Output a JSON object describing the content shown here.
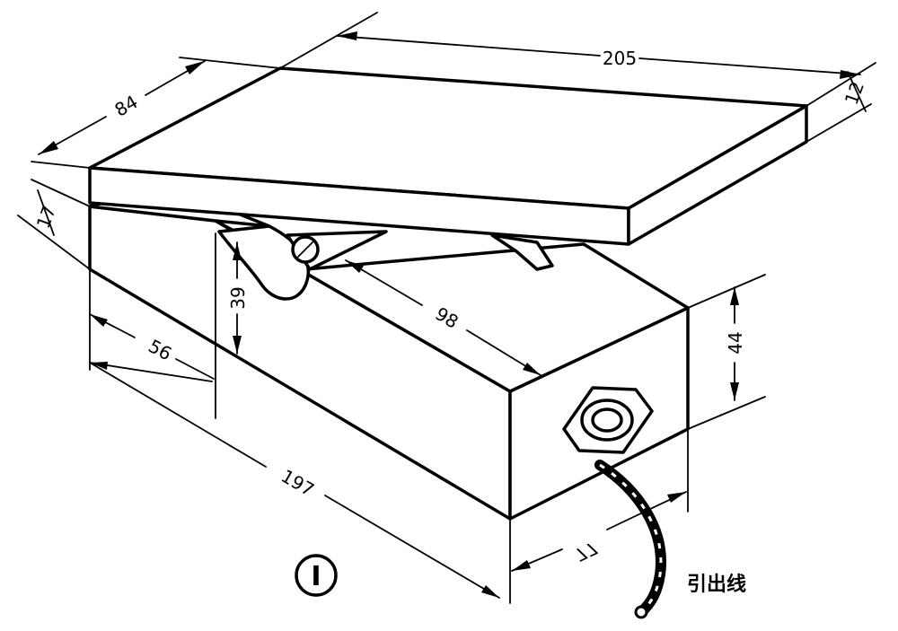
{
  "dimensions": {
    "overall_length": "205",
    "pedal_width": "84",
    "pedal_thickness": "12",
    "hinge_height": "17",
    "base_length": "197",
    "rear_section": "56",
    "hinge_block_height": "39",
    "slot_length": "98",
    "base_height": "44",
    "base_width": "77"
  },
  "labels": {
    "lead_wire": "引出线",
    "figure_number": "I"
  }
}
